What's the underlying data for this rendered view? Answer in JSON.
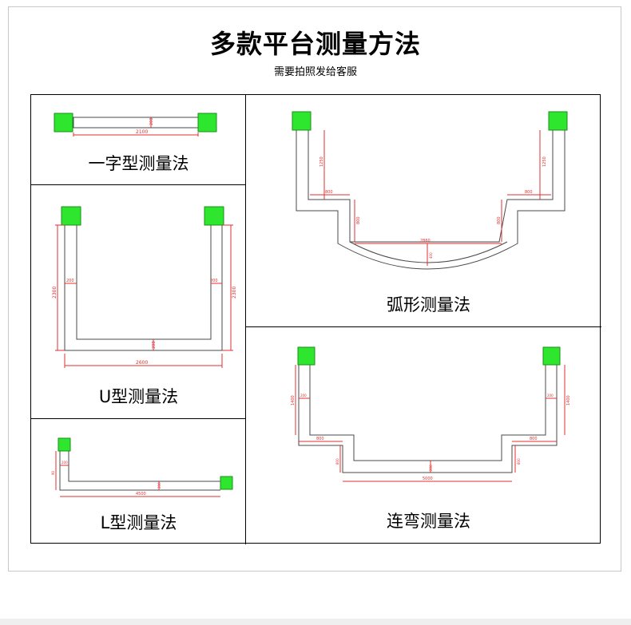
{
  "header": {
    "title": "多款平台测量方法",
    "subtitle": "需要拍照发给客服"
  },
  "panels": [
    {
      "id": "straight",
      "caption": "一字型测量法",
      "dims": [
        "2100",
        "200"
      ]
    },
    {
      "id": "u-shape",
      "caption": "U型测量法",
      "dims": [
        "2300",
        "2300",
        "200",
        "200",
        "200",
        "2600"
      ]
    },
    {
      "id": "l-shape",
      "caption": "L型测量法",
      "dims": [
        "90",
        "200",
        "200",
        "4500"
      ]
    },
    {
      "id": "arc",
      "caption": "弧形测量法",
      "dims": [
        "1250",
        "1250",
        "800",
        "800",
        "800",
        "800",
        "2860",
        "400"
      ]
    },
    {
      "id": "continuous",
      "caption": "连弯测量法",
      "dims": [
        "1400",
        "1400",
        "200",
        "200",
        "800",
        "800",
        "800",
        "800",
        "200",
        "5000"
      ]
    }
  ],
  "colors": {
    "rail": "#4a4a4a",
    "post": "#2ee62e",
    "post_border": "#1a8f1a",
    "dim": "#e03030"
  }
}
